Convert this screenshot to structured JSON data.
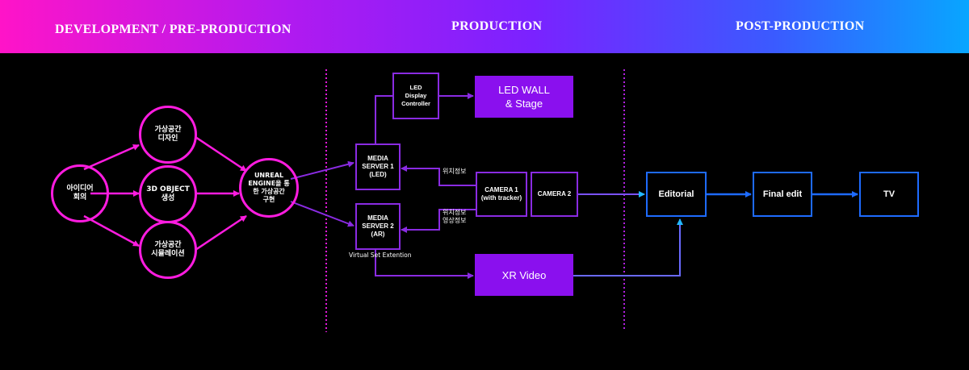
{
  "phases": {
    "development": "DEVELOPMENT / PRE-PRODUCTION",
    "production": "PRODUCTION",
    "post": "POST-PRODUCTION"
  },
  "nodes": {
    "idea": "아이디어\n회의",
    "design": "가상공간\n디자인",
    "object3d": "3D OBJECT\n생성",
    "simulation": "가상공간\n시뮬레이션",
    "unreal": "UNREAL\nENGINE을 통\n한 가상공간\n구현",
    "led_controller": "LED\nDisplay\nController",
    "led_wall": "LED WALL\n& Stage",
    "media1": "MEDIA\nSERVER 1\n(LED)",
    "media2": "MEDIA\nSERVER 2\n(AR)",
    "camera1": "CAMERA 1\n(with tracker)",
    "camera2": "CAMERA 2",
    "xr_video": "XR Video",
    "editorial": "Editorial",
    "final_edit": "Final edit",
    "tv": "TV"
  },
  "labels": {
    "position_info": "위치정보",
    "position_video_info": "위치정보\n영상정보",
    "virtual_set": "Virtual Set Extention"
  },
  "colors": {
    "pink": "#ff1ce0",
    "purple": "#8a2be2",
    "blue": "#1e6bff"
  }
}
